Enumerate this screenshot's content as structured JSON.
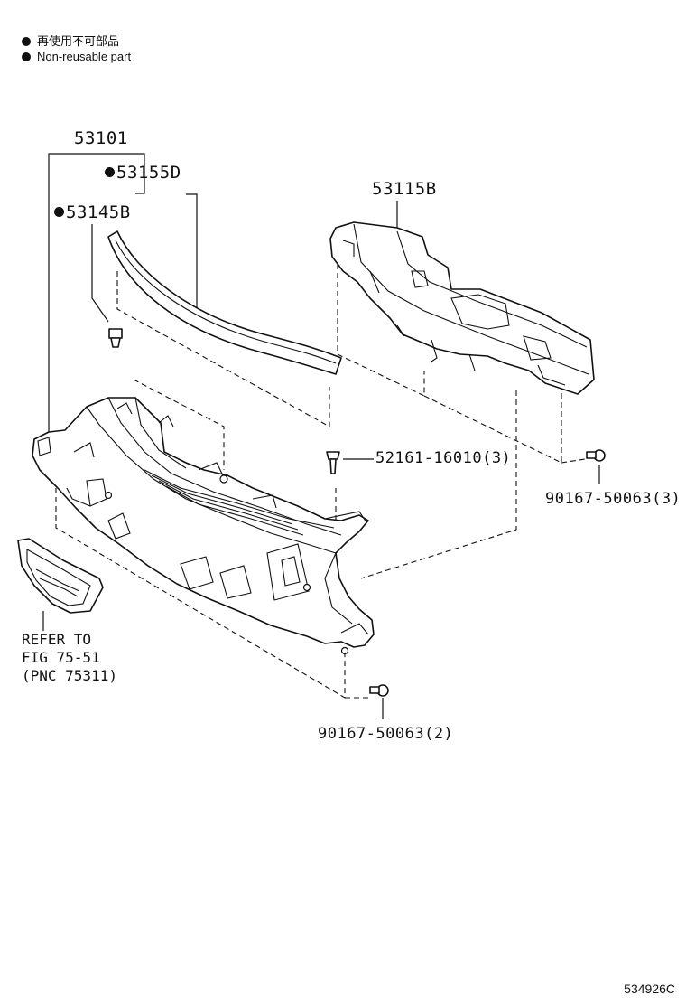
{
  "legend": {
    "jp": "再使用不可部品",
    "en": "Non-reusable part"
  },
  "labels": {
    "p53101": "53101",
    "p53155D": "53155D",
    "p53145B": "53145B",
    "p53115B": "53115B",
    "p52161": "52161-16010(3)",
    "p90167_3": "90167-50063(3)",
    "p90167_2": "90167-50063(2)"
  },
  "refer": {
    "line1": "REFER TO",
    "line2": "FIG 75-51",
    "line3": "(PNC 75311)"
  },
  "diagram_code": "534926C"
}
